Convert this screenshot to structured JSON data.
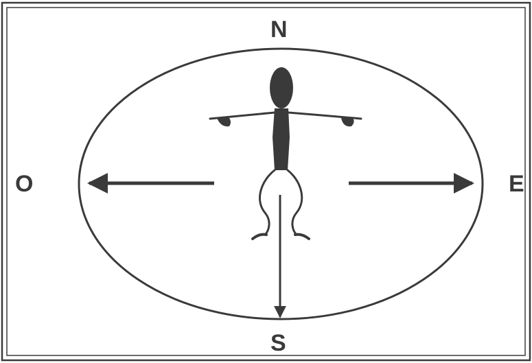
{
  "compass": {
    "north": "N",
    "south": "S",
    "west": "O",
    "east": "E"
  },
  "colors": {
    "ink": "#3a3a3a",
    "background": "#ffffff"
  },
  "icons": {
    "figure": "human-figure-icon",
    "arrows": [
      "arrow-west-icon",
      "arrow-east-icon",
      "arrow-south-icon"
    ]
  }
}
